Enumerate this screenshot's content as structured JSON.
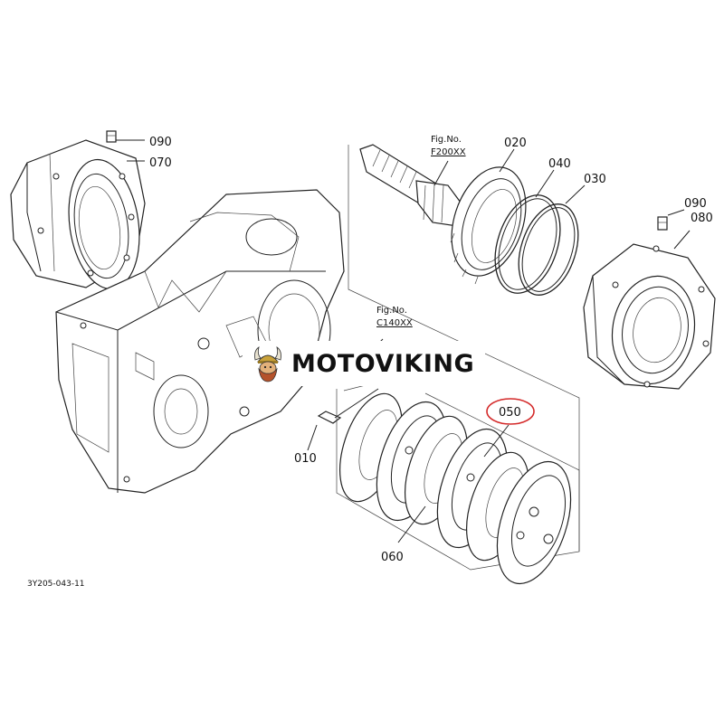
{
  "diagram": {
    "labels": {
      "p090a": "090",
      "p070": "070",
      "p020": "020",
      "p040": "040",
      "p030": "030",
      "p090b": "090",
      "p080": "080",
      "p050": "050",
      "p010": "010",
      "p060": "060"
    },
    "fig_refs": {
      "f200_title": "Fig.No.",
      "f200_num": "F200XX",
      "c140_title": "Fig.No.",
      "c140_num": "C140XX"
    },
    "drawing_number": "3Y205-043-11",
    "highlight_color": "#d42a2a"
  },
  "watermark": {
    "text": "MOTOVIKING",
    "logo_icon": "viking-head-icon",
    "logo_colors": {
      "helmet": "#c9a23a",
      "beard": "#b5522a",
      "face": "#e3b17a"
    }
  }
}
